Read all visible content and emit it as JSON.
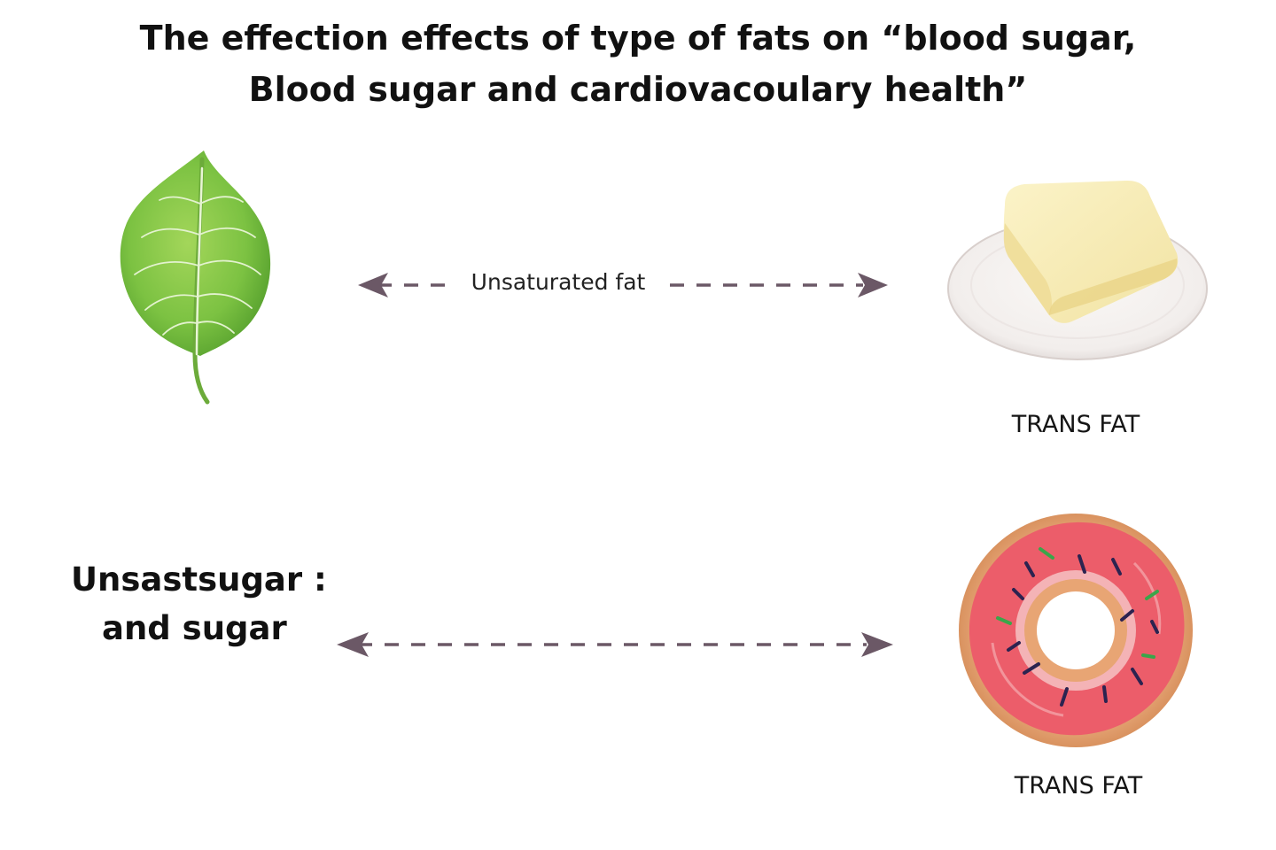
{
  "title": {
    "line1": "The effection effects of type of fats on “blood sugar,",
    "line2": "Blood sugar and cardiovacoulary health”"
  },
  "top_row": {
    "left_icon": "leaf-icon",
    "arrow_label": "Unsaturated fat",
    "right_icon": "butter-on-plate-icon",
    "right_caption": "TRANS FAT"
  },
  "bottom_row": {
    "left_label_line1": "Unsastsugar :",
    "left_label_line2": "and  sugar",
    "right_icon": "donut-icon",
    "right_caption": "TRANS FAT"
  },
  "colors": {
    "arrow": "#6b5866",
    "leaf": "#7cc242",
    "butter": "#f6eab5",
    "icing": "#ec5d6a",
    "dough": "#e8a574"
  }
}
